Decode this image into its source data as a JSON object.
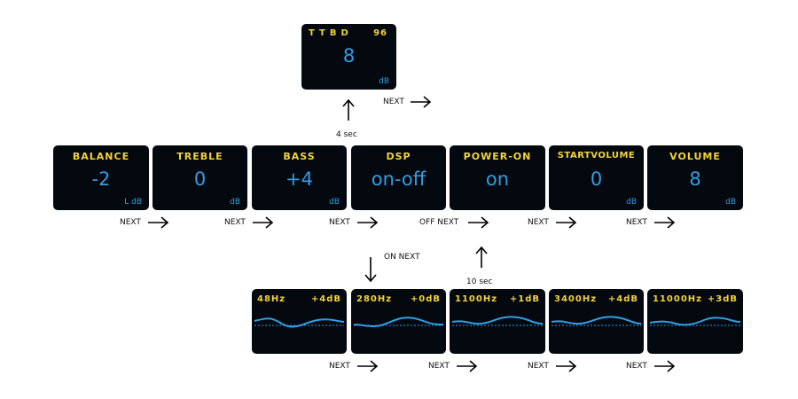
{
  "ttbd": {
    "label": "TTBD",
    "rate": "96",
    "value": "8",
    "unit": "dB"
  },
  "main_panels": [
    {
      "title": "BALANCE",
      "value": "-2",
      "unit": "L dB"
    },
    {
      "title": "TREBLE",
      "value": "0",
      "unit": "dB"
    },
    {
      "title": "BASS",
      "value": "+4",
      "unit": "dB"
    },
    {
      "title": "DSP",
      "value": "on-off",
      "unit": ""
    },
    {
      "title": "POWER-ON",
      "value": "on",
      "unit": ""
    },
    {
      "title": "STARTVOLUME",
      "value": "0",
      "unit": "dB"
    },
    {
      "title": "VOLUME",
      "value": "8",
      "unit": "dB"
    }
  ],
  "eq_bands": [
    {
      "freq": "48Hz",
      "gain": "+4dB"
    },
    {
      "freq": "280Hz",
      "gain": "+0dB"
    },
    {
      "freq": "1100Hz",
      "gain": "+1dB"
    },
    {
      "freq": "3400Hz",
      "gain": "+4dB"
    },
    {
      "freq": "11000Hz",
      "gain": "+3dB"
    }
  ],
  "labels": {
    "next": "NEXT",
    "off_next": "OFF NEXT",
    "on_next": "ON NEXT",
    "four_sec": "4 sec",
    "ten_sec": "10 sec"
  },
  "colors": {
    "panel_bg": "#04080f",
    "title": "#f3d33a",
    "value": "#2f9fe4",
    "arrow": "#000000"
  }
}
